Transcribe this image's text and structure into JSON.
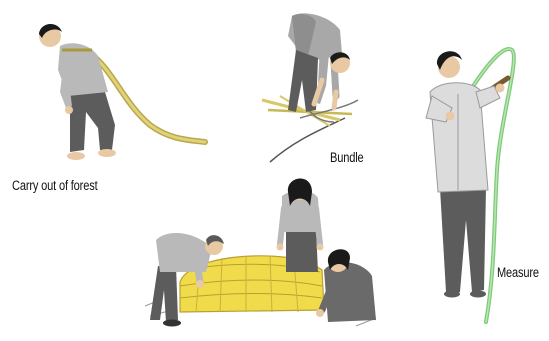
{
  "captions": {
    "carry": "Carry out of forest",
    "bundle": "Bundle",
    "measure": "Measure"
  },
  "colors": {
    "shirt": "#b9b9b9",
    "shirt_light": "#dcdcdc",
    "trousers": "#5c5c5c",
    "hair": "#1a1a1a",
    "skin": "#e9c9a3",
    "rattan_yellow": "#d8c86a",
    "rattan_dark": "#a89a3c",
    "bundle_yellow": "#f0dc4a",
    "rattan_green": "#7fc97a",
    "stick": "#7a5a34"
  },
  "illustrations": [
    "person-carrying-rattan",
    "person-bundling-rattan",
    "person-measuring-rattan",
    "group-bundling-rattan-pile"
  ]
}
